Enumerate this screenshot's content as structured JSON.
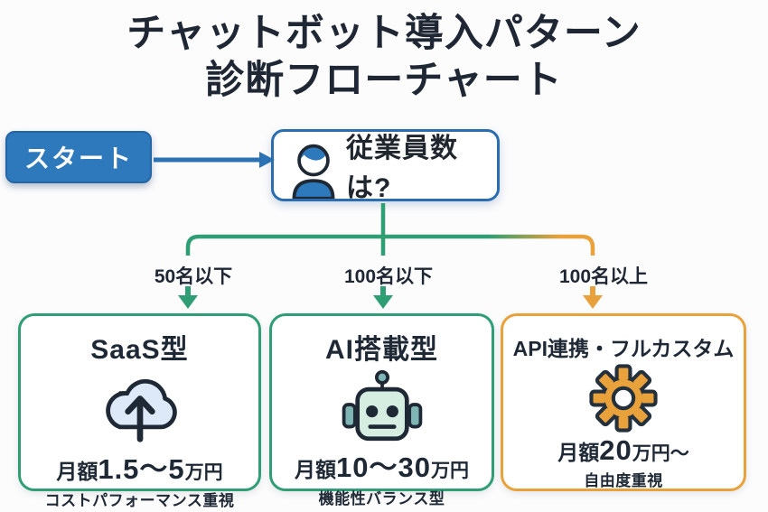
{
  "title": {
    "line1": "チャットボット導入パターン",
    "line2": "診断フローチャート"
  },
  "start": {
    "label": "スタート"
  },
  "question": {
    "label": "従業員数は?",
    "icon": "person-icon"
  },
  "branches": [
    {
      "label": "50名以下",
      "arrow_color": "#2f9e74"
    },
    {
      "label": "100名以下",
      "arrow_color": "#2f9e74"
    },
    {
      "label": "100名以上",
      "arrow_color": "#e9a13b"
    }
  ],
  "options": [
    {
      "title": "SaaS型",
      "icon": "cloud-upload-icon",
      "price": {
        "prefix": "月額",
        "value": "1.5〜5",
        "unit": "万円"
      },
      "note": "コストパフォーマンス重視",
      "border_color": "#2f9e74"
    },
    {
      "title": "AI搭載型",
      "icon": "robot-icon",
      "price": {
        "prefix": "月額",
        "value": "10〜30",
        "unit": "万円"
      },
      "note": "機能性バランス型",
      "border_color": "#2f9e74"
    },
    {
      "title": "API連携・フルカスタム",
      "icon": "gear-icon",
      "price": {
        "prefix": "月額",
        "value": "20",
        "unit": "万円〜"
      },
      "note": "自由度重視",
      "border_color": "#e9a13b"
    }
  ],
  "colors": {
    "accent_blue": "#2e78bc",
    "flow_green": "#2f9e74",
    "flow_orange": "#e9a13b",
    "text_dark": "#1e2733",
    "background": "#fcfcfd"
  }
}
